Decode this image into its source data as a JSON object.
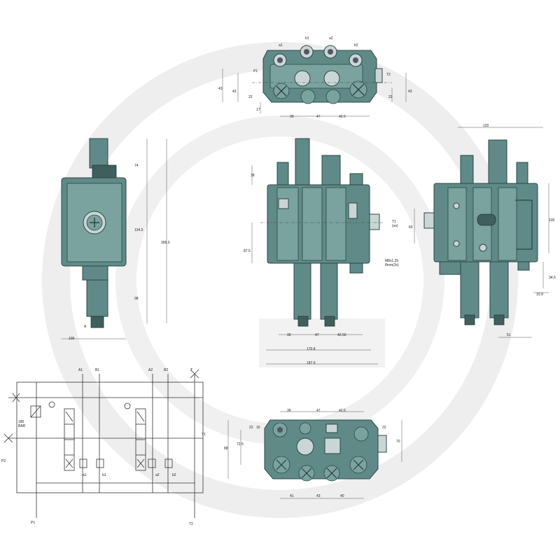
{
  "top_view": {
    "port_labels": [
      "a1",
      "b1",
      "a2",
      "b2"
    ],
    "p_label": "P1",
    "t_label": "T2",
    "dims": [
      "43",
      "43",
      "22",
      "17",
      "22",
      "43",
      "39",
      "47",
      "42.5"
    ]
  },
  "side_view": {
    "dims_v": [
      "74",
      "134.5",
      "306.5",
      "98"
    ],
    "dim_h": "106",
    "marker_a": "A"
  },
  "front_view": {
    "dims_v": [
      "38",
      "87.5"
    ],
    "t_label": "T1",
    "t_sub": "(us)",
    "thread_label": "M8x1.25",
    "thread_sub": "8mm(3x)",
    "dims_h": [
      "39",
      "47",
      "42.50",
      "170.8",
      "187.5"
    ]
  },
  "right_view": {
    "dims": [
      "120",
      "60",
      "100",
      "34.5",
      "10.9",
      "51"
    ]
  },
  "bottom_view": {
    "dims_top": [
      "39",
      "47",
      "42.5"
    ],
    "dims_left": [
      "22",
      "16",
      "72.5",
      "88"
    ],
    "dims_right": [
      "22",
      "70"
    ],
    "dims_bottom": [
      "41",
      "43",
      "40"
    ]
  },
  "schematic": {
    "top_labels": [
      "A1",
      "B1",
      "A2",
      "B2",
      "T"
    ],
    "relief_label": "185",
    "relief_unit": "BAR",
    "side_label": "P2",
    "t1_label": "T1",
    "sub_labels": [
      "a1",
      "b1",
      "a2",
      "b2"
    ],
    "bottom_p": "P1",
    "bottom_t": "T2"
  },
  "colors": {
    "body": "#5f8a87",
    "watermark": "#e6e6e6"
  }
}
